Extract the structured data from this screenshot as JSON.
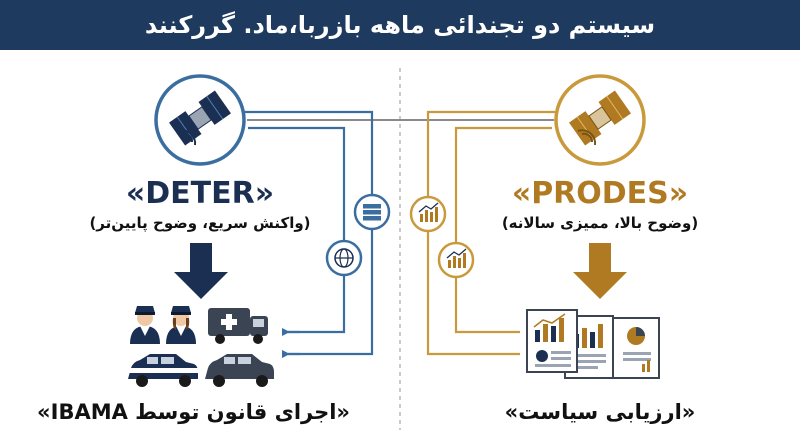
{
  "header": {
    "title": "سیستم دو تجندائی ماهه بازربا،ماد. گررکنند"
  },
  "deter": {
    "name": "«DETER»",
    "desc": "(واکنش سریع، وضوح پایین‌تر)",
    "outcome": "«اجرای قانون توسط IBAMA»"
  },
  "prodes": {
    "name": "«PRODES»",
    "desc": "(وضوح بالا، ممیزی سالانه)",
    "outcome": "«ارزیابی سیاست»"
  },
  "colors": {
    "header_bg": "#1f3a5f",
    "deter_blue": "#3b6ea0",
    "dark_navy": "#1b2f52",
    "prodes_gold": "#c99a3c",
    "prodes_dark": "#b07a22"
  }
}
